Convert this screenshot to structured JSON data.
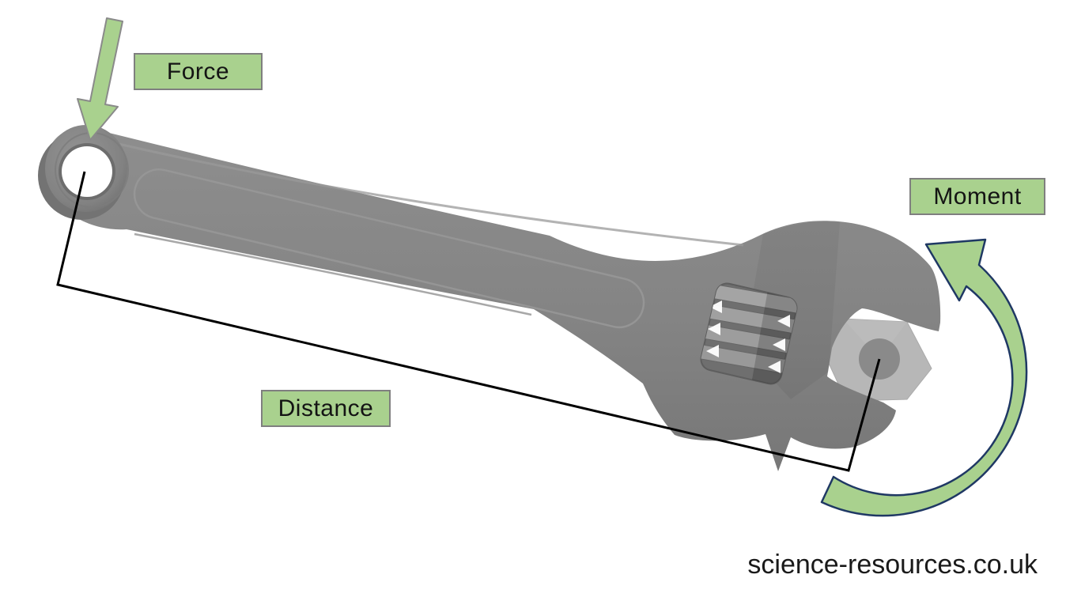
{
  "diagram": {
    "labels": {
      "force": "Force",
      "distance": "Distance",
      "moment": "Moment"
    },
    "watermark": "science-resources.co.uk",
    "colors": {
      "background": "#ffffff",
      "label_fill": "#a9d18e",
      "label_border": "#7f7f7f",
      "label_text": "#141414",
      "arrow_fill": "#a9d18e",
      "force_arrow_outline": "#8a8a8a",
      "moment_arrow_outline": "#1f3864",
      "dimension_line": "#000000",
      "wrench_body": "#858585",
      "wrench_shadow": "#6f6f6f",
      "nut_fill": "#b7b7b7",
      "nut_bore": "#8a8a8a",
      "watermark_text": "#1a1a1a"
    }
  }
}
